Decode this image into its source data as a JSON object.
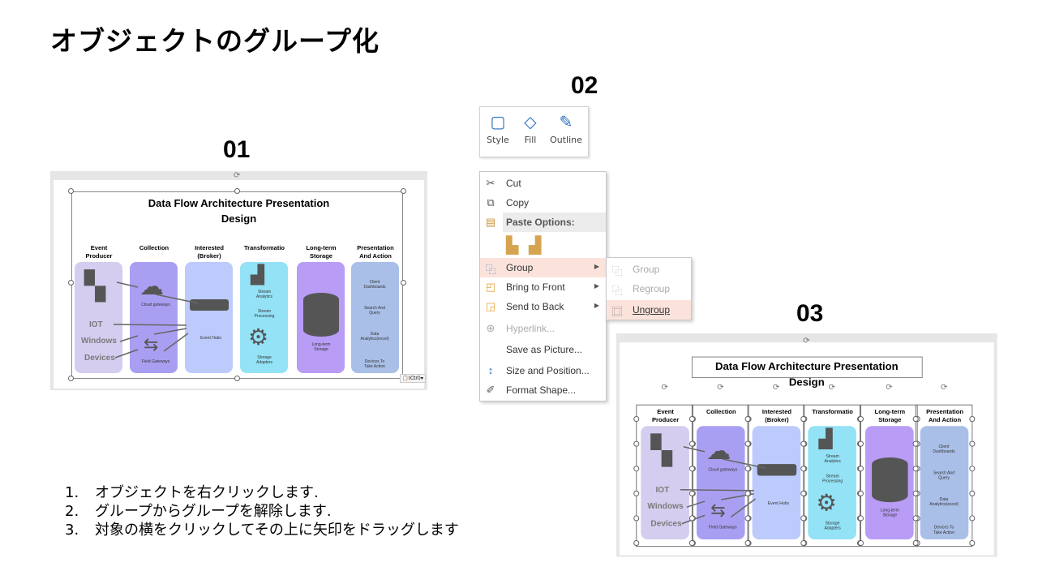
{
  "page_title": "オブジェクトのグループ化",
  "labels": {
    "step1": "01",
    "step2": "02",
    "step3": "03"
  },
  "diagram": {
    "title_line1": "Data Flow Architecture Presentation",
    "title_line2": "Design",
    "columns": [
      {
        "header": "Event\nProducer",
        "color": "#d5cdef"
      },
      {
        "header": "Collection",
        "color": "#a99ff2"
      },
      {
        "header": "Interested\n(Broker)",
        "color": "#bccbfb"
      },
      {
        "header": "Transformatio",
        "color": "#93e2f6"
      },
      {
        "header": "Long-term\nStorage",
        "color": "#b89cf5"
      },
      {
        "header": "Presentation\nAnd Action",
        "color": "#a9bfe8"
      }
    ],
    "big_labels": [
      "IOT",
      "Windows",
      "Devices"
    ],
    "small_labels": {
      "cloud": "Cloud gateways",
      "field": "Field Gateways",
      "hubs": "Event Hubs",
      "stream_analytics": "Stream\nAnalytics",
      "stream_processing": "Stream\nProcessing",
      "storage_adapters": "Storage\nAdapters",
      "longterm": "Long-term\nStorage",
      "client": "Client\nDashboards",
      "search": "Search And\nQuery",
      "data": "Data\nAnalytics(excel)",
      "devices": "Devices To\nTake Action"
    },
    "paste_tag": "(Ctrl)"
  },
  "ribbon": {
    "style": "Style",
    "fill": "Fill",
    "outline": "Outline"
  },
  "context_menu": {
    "cut": "Cut",
    "copy": "Copy",
    "paste_options": "Paste Options:",
    "group": "Group",
    "bring_to_front": "Bring to Front",
    "send_to_back": "Send to Back",
    "hyperlink": "Hyperlink...",
    "save_as_picture": "Save as Picture...",
    "size_and_position": "Size and Position...",
    "format_shape": "Format Shape..."
  },
  "submenu": {
    "group": "Group",
    "regroup": "Regroup",
    "ungroup": "Ungroup"
  },
  "steps": [
    {
      "n": "1.",
      "text": "オブジェクトを右クリックします."
    },
    {
      "n": "2.",
      "text": "グループからグループを解除します."
    },
    {
      "n": "3.",
      "text": "対象の横をクリックしてその上に矢印をドラッグします"
    }
  ]
}
